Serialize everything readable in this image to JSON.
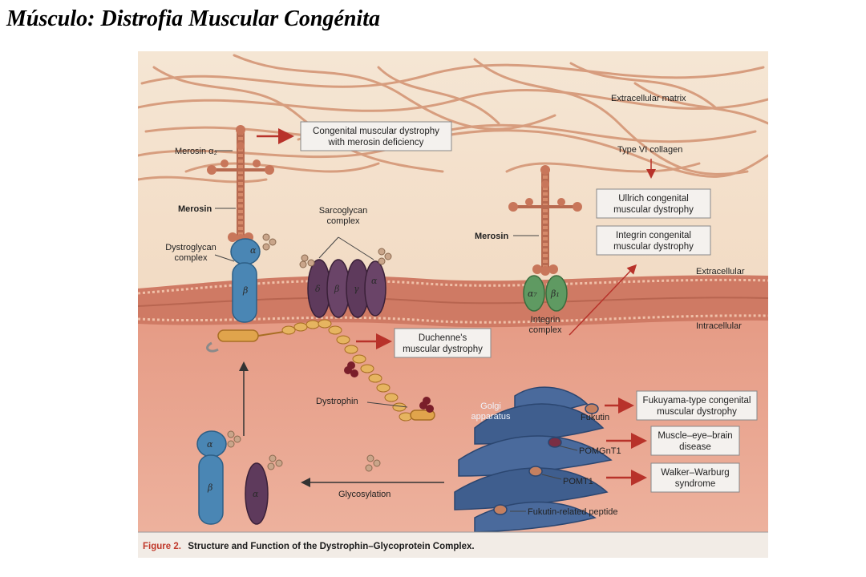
{
  "slide_title": "Músculo: Distrofia Muscular Congénita",
  "figure": {
    "caption_label": "Figure 2.",
    "caption_text": "Structure and Function of the Dystrophin–Glycoprotein Complex.",
    "labels": {
      "extracellular_matrix": "Extracellular matrix",
      "merosin_alpha2": "Merosin α₂",
      "type_vi_collagen": "Type VI collagen",
      "merosin_left": "Merosin",
      "merosin_right": "Merosin",
      "sarcoglycan_1": "Sarcoglycan",
      "sarcoglycan_2": "complex",
      "dystroglycan_1": "Dystroglycan",
      "dystroglycan_2": "complex",
      "extracellular": "Extracellular",
      "intracellular": "Intracellular",
      "integrin_1": "Integrin",
      "integrin_2": "complex",
      "dystrophin": "Dystrophin",
      "golgi_1": "Golgi",
      "golgi_2": "apparatus",
      "fukutin": "Fukutin",
      "pomgnt1": "POMGnT1",
      "pomt1": "POMT1",
      "fukutin_related": "Fukutin-related peptide",
      "glycosylation": "Glycosylation"
    },
    "greek": {
      "alpha": "α",
      "beta": "β",
      "delta": "δ",
      "gamma": "γ",
      "alpha7": "α₇",
      "beta1": "β₁"
    },
    "boxes": {
      "cmd_merosin_1": "Congenital muscular dystrophy",
      "cmd_merosin_2": "with merosin deficiency",
      "ullrich_1": "Ullrich congenital",
      "ullrich_2": "muscular dystrophy",
      "integrin_cmd_1": "Integrin congenital",
      "integrin_cmd_2": "muscular dystrophy",
      "duchenne_1": "Duchenne's",
      "duchenne_2": "muscular dystrophy",
      "fukuyama_1": "Fukuyama-type congenital",
      "fukuyama_2": "muscular dystrophy",
      "meb_1": "Muscle–eye–brain",
      "meb_2": "disease",
      "ww_1": "Walker–Warburg",
      "ww_2": "syndrome"
    }
  },
  "colors": {
    "matrix_bg": "#f3e3d0",
    "membrane": "#d7806a",
    "intracellular": "#e9a08a",
    "fiber": "#d89a78",
    "arrow_red": "#b8322a",
    "dystroglycan": "#4a86b4",
    "sarcoglycan": "#5e3a5c",
    "integrin": "#5f9a62",
    "golgi": "#3f5e8e",
    "dystrophin": "#e0a44c",
    "caption_red": "#c0392b"
  }
}
